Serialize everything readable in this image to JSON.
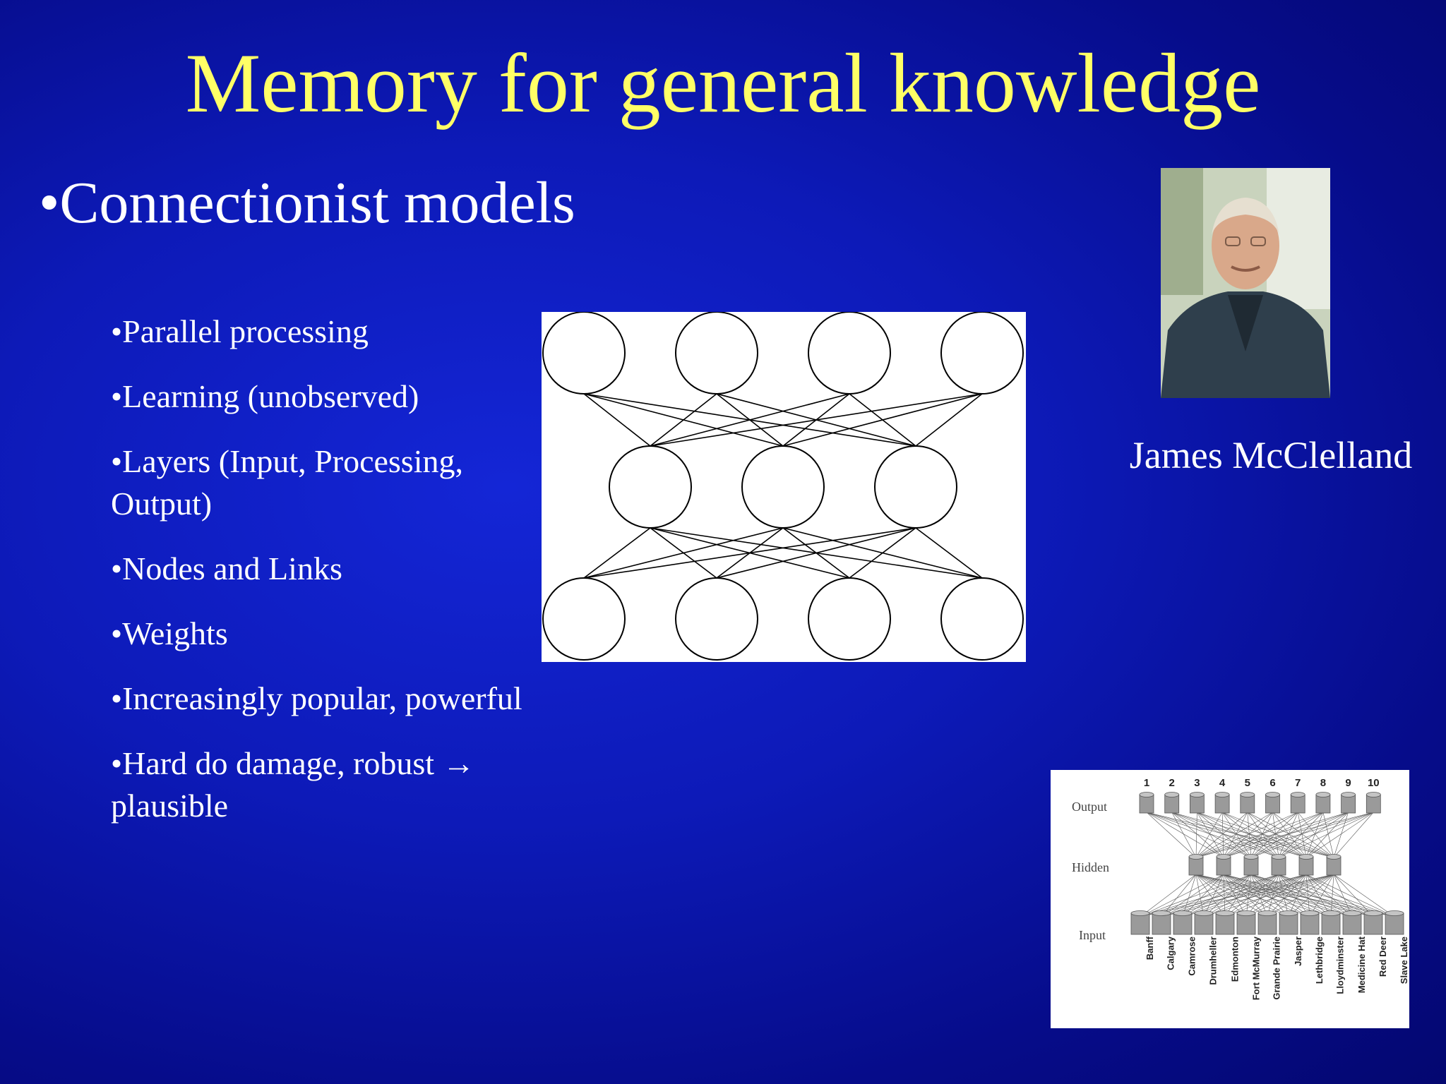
{
  "slide": {
    "title": "Memory for general knowledge",
    "heading": "•Connectionist models",
    "bullets": [
      "•Parallel processing",
      "•Learning (unobserved)",
      "•Layers (Input, Processing, Output)",
      "•Nodes and Links",
      "•Weights",
      "•Increasingly popular, powerful",
      "•Hard do damage, robust → plausible"
    ]
  },
  "photo": {
    "caption": "James McClelland"
  },
  "mini_diagram": {
    "layer_labels": [
      "Output",
      "Hidden",
      "Input"
    ],
    "output_numbers": [
      "1",
      "2",
      "3",
      "4",
      "5",
      "6",
      "7",
      "8",
      "9",
      "10"
    ],
    "input_labels": [
      "Banff",
      "Calgary",
      "Camrose",
      "Drumheller",
      "Edmonton",
      "Fort McMurray",
      "Grande Prairie",
      "Jasper",
      "Lethbridge",
      "Lloydminster",
      "Medicine Hat",
      "Red Deer",
      "Slave Lake"
    ]
  },
  "colors": {
    "title": "#ffff66",
    "text": "#ffffff",
    "background": "#0d1ab8"
  }
}
